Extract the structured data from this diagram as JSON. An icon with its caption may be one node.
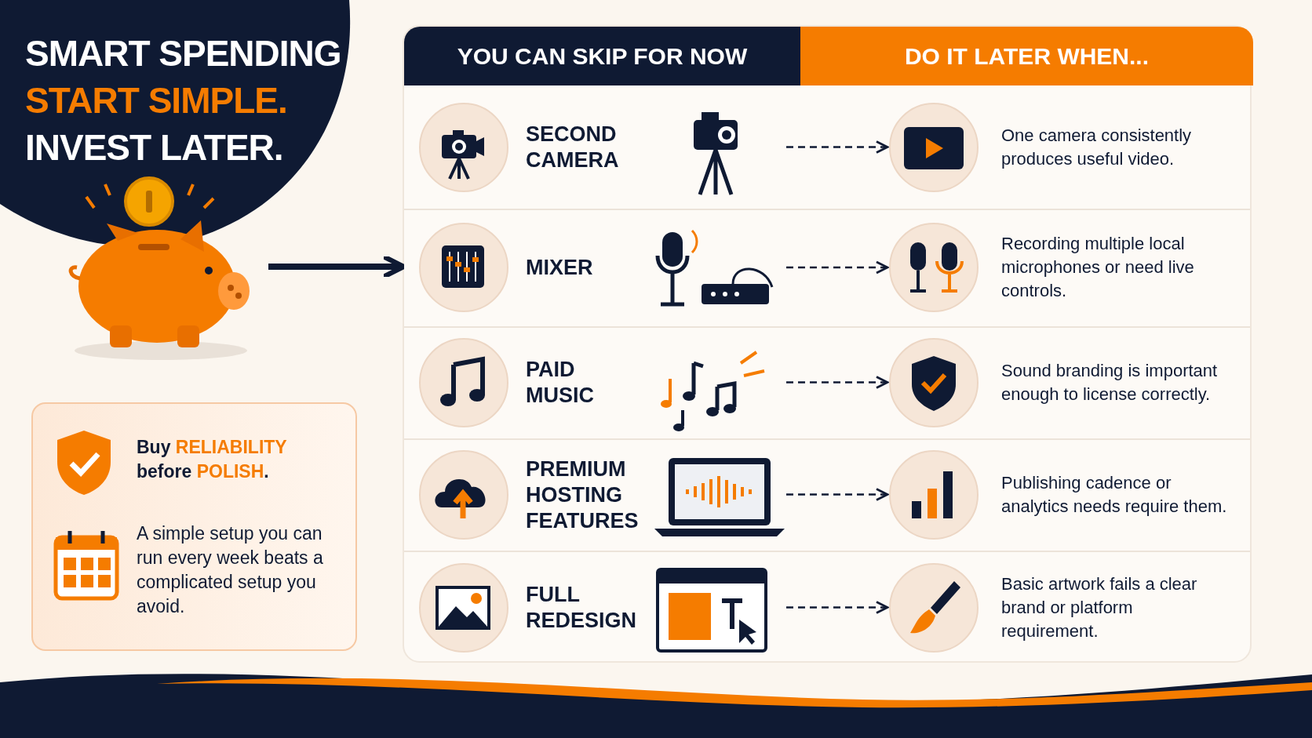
{
  "diagram": {
    "title": "SMART SPENDING",
    "nodes": [
      {
        "text": [],
        "shape": "picture"
      },
      {
        "text": [
          "Buy **RELIABILITY** before **POLISH**.",
          "A simple setup you can run every week beats a complicated setup you avoid."
        ]
      },
      {
        "text": [
          "YOU CAN SKIP FOR NOW",
          "DO IT LATER WHEN..."
        ]
      },
      {
        "text": [],
        "shape": "picture",
        "in": 2,
        "beside": [
          "SECOND CAMERA"
        ]
      },
      {
        "text": [],
        "shape": "circle",
        "in": 2,
        "beside": [
          "One camera consistently produces useful video."
        ]
      },
      {
        "text": [],
        "shape": "picture",
        "in": 2,
        "beside": [
          "MIXER"
        ]
      },
      {
        "text": [],
        "shape": "circle",
        "in": 2,
        "beside": [
          "Recording multiple local microphones or need live controls."
        ]
      },
      {
        "text": [],
        "shape": "picture",
        "in": 2,
        "beside": [
          "PAID MUSIC"
        ]
      },
      {
        "text": [],
        "shape": "circle",
        "in": 2,
        "beside": [
          "Sound branding is important enough to license correctly."
        ]
      },
      {
        "text": [],
        "shape": "picture",
        "in": 2,
        "beside": [
          "PREMIUM HOSTING FEATURES"
        ]
      },
      {
        "text": [],
        "shape": "circle",
        "in": 2,
        "beside": [
          "Publishing cadence or analytics needs require them."
        ]
      },
      {
        "text": [],
        "shape": "picture",
        "in": 2,
        "beside": [
          "FULL REDESIGN"
        ]
      },
      {
        "text": [],
        "shape": "circle",
        "in": 2,
        "beside": [
          "Basic artwork fails a clear brand or platform requirement."
        ]
      }
    ],
    "edges": [
      {
        "from": 0,
        "to": 2,
        "arrow": "to",
        "style": "thick"
      },
      {
        "from": 3,
        "to": 4,
        "arrow": "to",
        "style": "dashed"
      },
      {
        "from": 5,
        "to": 6,
        "arrow": "to",
        "style": "dashed"
      },
      {
        "from": 7,
        "to": 8,
        "arrow": "to",
        "style": "dashed"
      },
      {
        "from": 9,
        "to": 10,
        "arrow": "to",
        "style": "dashed"
      },
      {
        "from": 11,
        "to": 12,
        "arrow": "to",
        "style": "dashed"
      }
    ],
    "labels": [
      "START SIMPLE.",
      "INVEST LATER."
    ]
  }
}
